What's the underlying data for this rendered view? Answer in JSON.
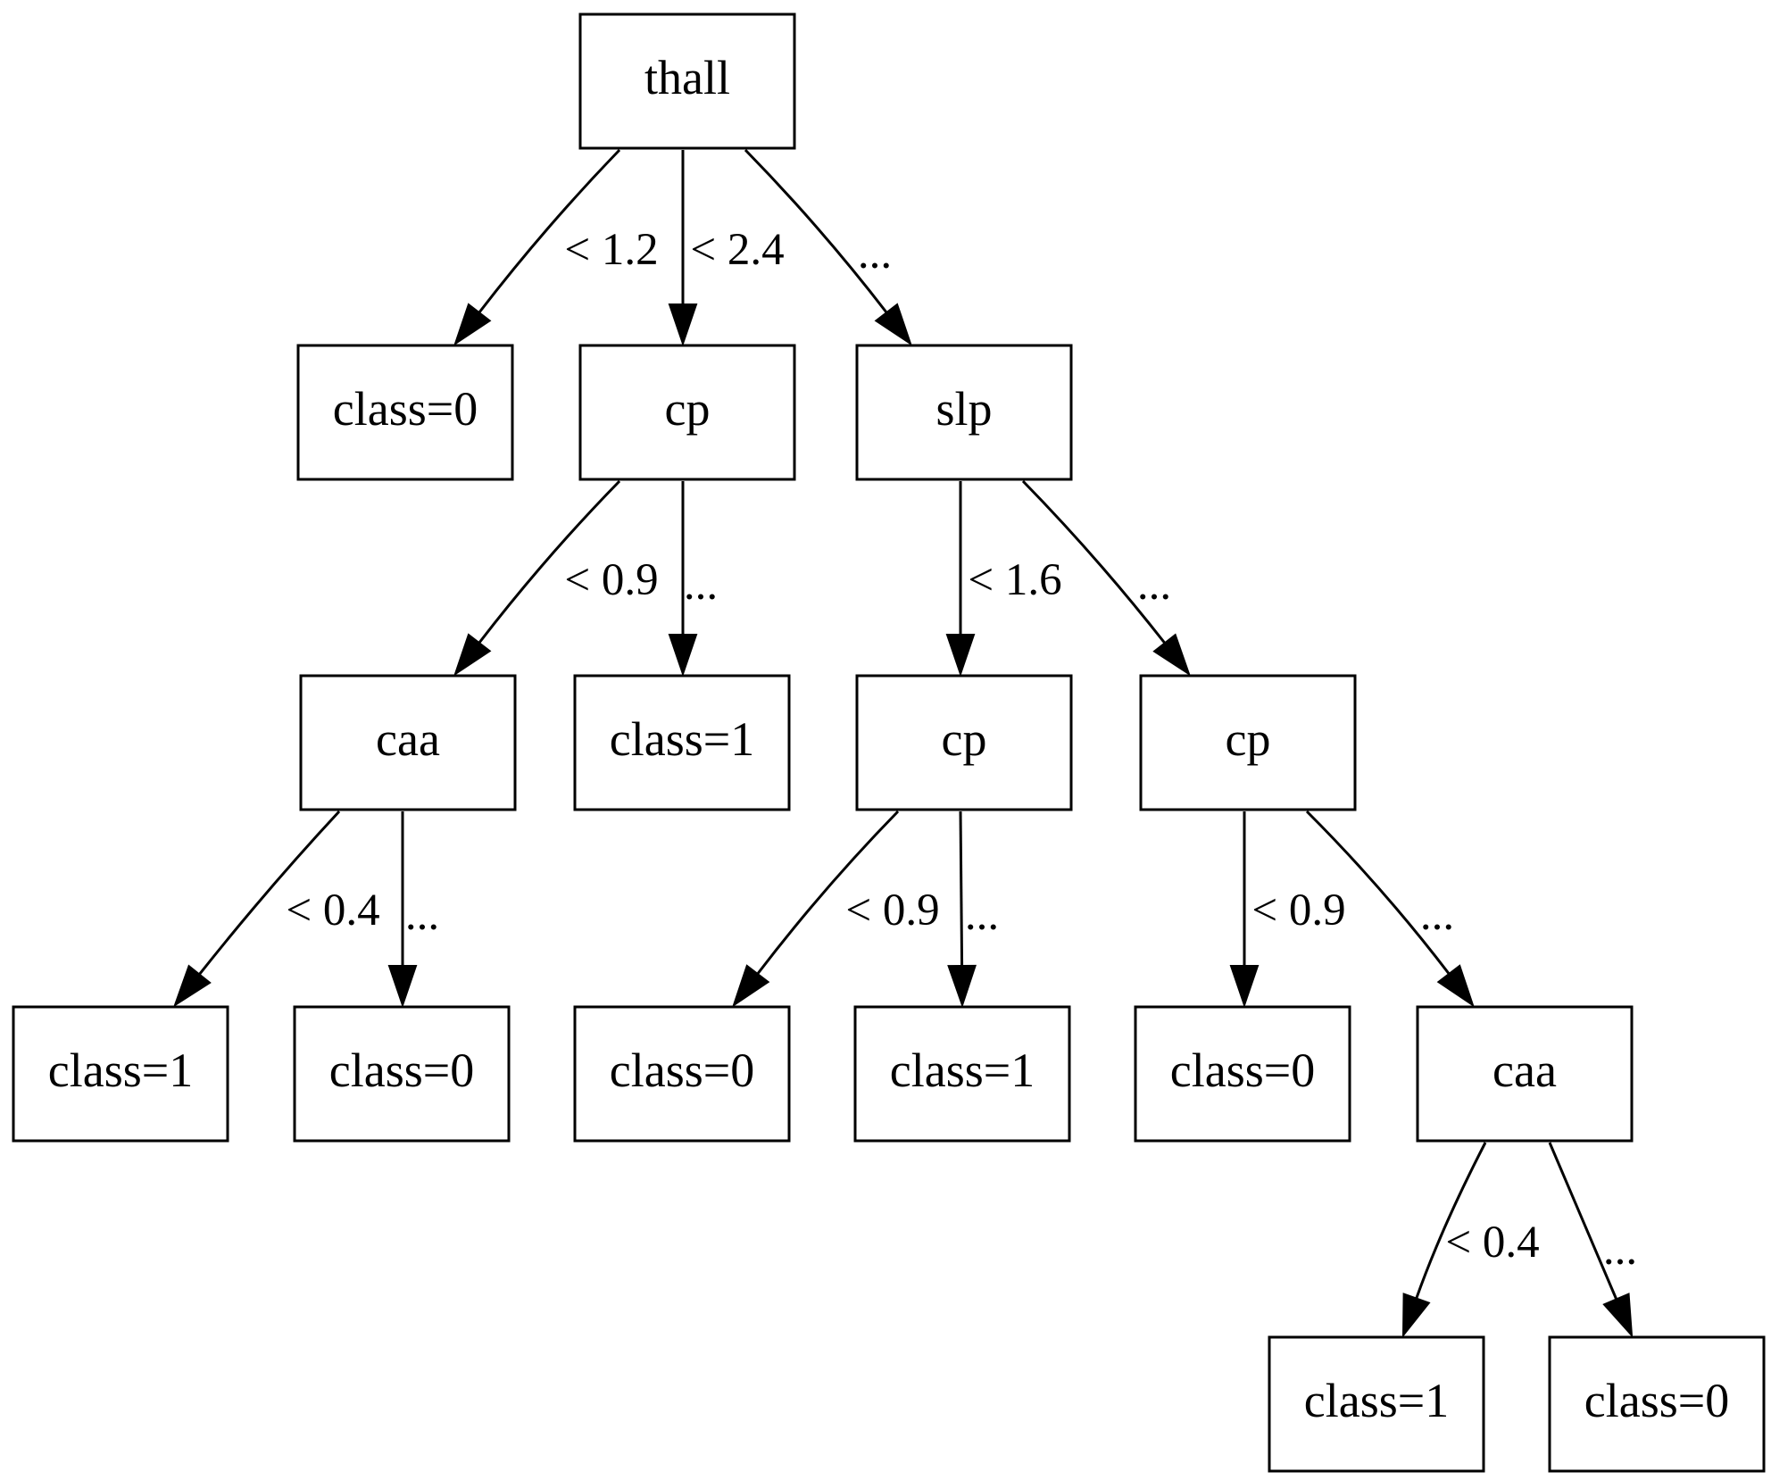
{
  "diagram": {
    "nodes": [
      {
        "id": "n_thall",
        "label": "thall"
      },
      {
        "id": "n_leaf_a",
        "label": "class=0"
      },
      {
        "id": "n_cp_1",
        "label": "cp"
      },
      {
        "id": "n_slp",
        "label": "slp"
      },
      {
        "id": "n_caa_1",
        "label": "caa"
      },
      {
        "id": "n_leaf_b",
        "label": "class=1"
      },
      {
        "id": "n_cp_2",
        "label": "cp"
      },
      {
        "id": "n_cp_3",
        "label": "cp"
      },
      {
        "id": "n_leaf_c",
        "label": "class=1"
      },
      {
        "id": "n_leaf_d",
        "label": "class=0"
      },
      {
        "id": "n_leaf_e",
        "label": "class=0"
      },
      {
        "id": "n_leaf_f",
        "label": "class=1"
      },
      {
        "id": "n_leaf_g",
        "label": "class=0"
      },
      {
        "id": "n_caa_2",
        "label": "caa"
      },
      {
        "id": "n_leaf_h",
        "label": "class=1"
      },
      {
        "id": "n_leaf_i",
        "label": "class=0"
      }
    ],
    "edges": [
      {
        "from": "n_thall",
        "to": "n_leaf_a",
        "label": "< 1.2"
      },
      {
        "from": "n_thall",
        "to": "n_cp_1",
        "label": "< 2.4"
      },
      {
        "from": "n_thall",
        "to": "n_slp",
        "label": "..."
      },
      {
        "from": "n_cp_1",
        "to": "n_caa_1",
        "label": "< 0.9"
      },
      {
        "from": "n_cp_1",
        "to": "n_leaf_b",
        "label": "..."
      },
      {
        "from": "n_slp",
        "to": "n_cp_2",
        "label": "< 1.6"
      },
      {
        "from": "n_slp",
        "to": "n_cp_3",
        "label": "..."
      },
      {
        "from": "n_caa_1",
        "to": "n_leaf_c",
        "label": "< 0.4"
      },
      {
        "from": "n_caa_1",
        "to": "n_leaf_d",
        "label": "..."
      },
      {
        "from": "n_cp_2",
        "to": "n_leaf_e",
        "label": "< 0.9"
      },
      {
        "from": "n_cp_2",
        "to": "n_leaf_f",
        "label": "..."
      },
      {
        "from": "n_cp_3",
        "to": "n_leaf_g",
        "label": "< 0.9"
      },
      {
        "from": "n_cp_3",
        "to": "n_caa_2",
        "label": "..."
      },
      {
        "from": "n_caa_2",
        "to": "n_leaf_h",
        "label": "< 0.4"
      },
      {
        "from": "n_caa_2",
        "to": "n_leaf_i",
        "label": "..."
      }
    ]
  }
}
